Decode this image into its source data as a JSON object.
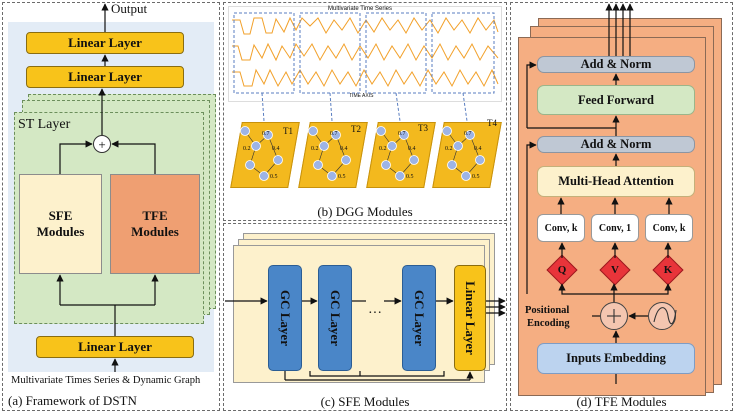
{
  "panel_a": {
    "output_label": "Output",
    "linear_top": "Linear Layer",
    "linear_mid": "Linear Layer",
    "st_layer": "ST Layer",
    "plus": "+",
    "sfe_line1": "SFE",
    "sfe_line2": "Modules",
    "tfe_line1": "TFE",
    "tfe_line2": "Modules",
    "linear_bottom": "Linear Layer",
    "input_label": "Multivariate Times Series & Dynamic Graph",
    "caption": "(a) Framework of DSTN"
  },
  "panel_b": {
    "chart_title": "Multivariate Time Series",
    "chart_xlabel": "TIME AXIS",
    "graphs": [
      {
        "label": "T1",
        "weights": [
          "0.7",
          "0.2",
          "0.4",
          "0.5"
        ]
      },
      {
        "label": "T2",
        "weights": [
          "0.7",
          "0.2",
          "0.4",
          "0.5"
        ]
      },
      {
        "label": "T3",
        "weights": [
          "0.7",
          "0.2",
          "0.4",
          "0.5"
        ]
      },
      {
        "label": "T4",
        "weights": [
          "0.7",
          "0.2",
          "0.4",
          "0.5"
        ]
      }
    ],
    "caption": "(b) DGG Modules"
  },
  "panel_c": {
    "gc1": "GC Layer",
    "gc2": "GC Layer",
    "ellipsis": "···",
    "gc3": "GC Layer",
    "linear": "Linear Layer",
    "caption": "(c) SFE Modules"
  },
  "panel_d": {
    "add_norm_top": "Add & Norm",
    "feed_forward": "Feed Forward",
    "add_norm_bottom": "Add & Norm",
    "mha": "Multi-Head Attention",
    "conv_left": "Conv, k",
    "conv_mid": "Conv, 1",
    "conv_right": "Conv, k",
    "q": "Q",
    "v": "V",
    "k": "K",
    "pos_line1": "Positional",
    "pos_line2": "Encoding",
    "inputs_embedding": "Inputs Embedding",
    "caption": "(d) TFE Modules"
  },
  "colors": {
    "linear": "#f8c31a",
    "gc": "#4a86c8",
    "sfe": "#fdf1cc",
    "tfe": "#ef9f72",
    "st_bg": "#d4e8c4",
    "tfe_bg": "#f5ae82",
    "red": "#e8343a"
  }
}
